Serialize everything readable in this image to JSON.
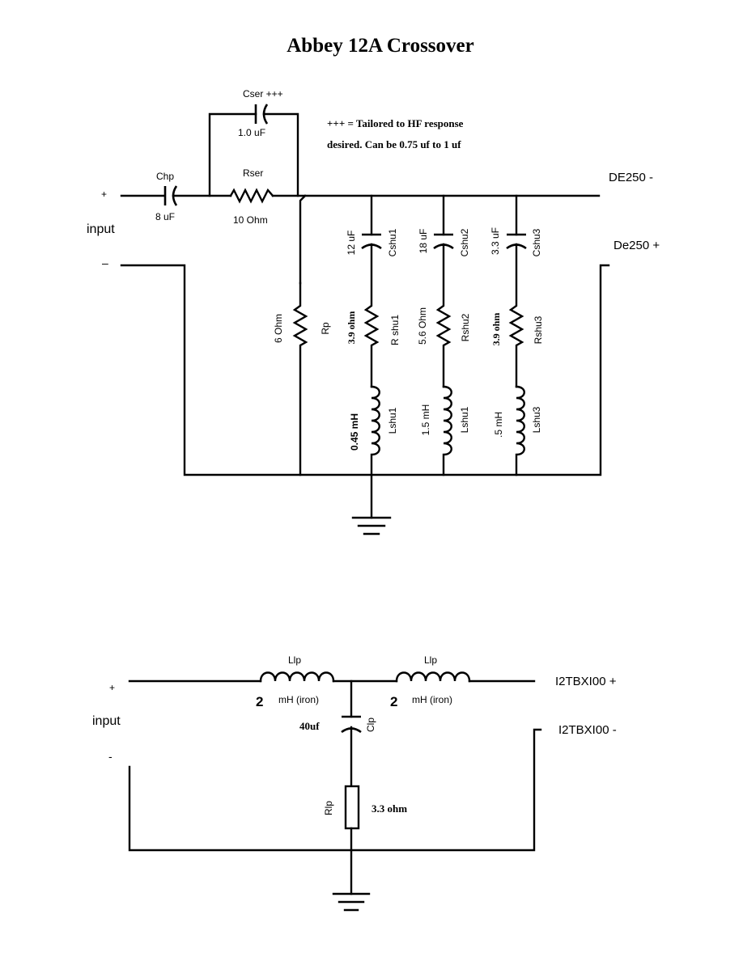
{
  "title": "Abbey 12A Crossover",
  "hf": {
    "note_line1": "+++ = Tailored to HF response",
    "note_line2": "desired. Can be 0.75 uf to 1 uf",
    "input_plus": "+",
    "input_minus": "–",
    "input_label": "input",
    "out_minus": "DE250 -",
    "out_plus": "De250 +",
    "chp": {
      "name": "Chp",
      "value": "8 uF"
    },
    "cser": {
      "name": "Cser +++",
      "value": "1.0 uF"
    },
    "rser": {
      "name": "Rser",
      "value": "10 Ohm"
    },
    "rp": {
      "name": "Rp",
      "value": "6 Ohm"
    },
    "cshu1": {
      "name": "Cshu1",
      "value": "12 uF"
    },
    "cshu2": {
      "name": "Cshu2",
      "value": "18 uF"
    },
    "cshu3": {
      "name": "Cshu3",
      "value": "3.3 uF"
    },
    "rshu1": {
      "name": "R shu1",
      "value": "3.9 ohm"
    },
    "rshu2": {
      "name": "Rshu2",
      "value": "5.6 Ohm"
    },
    "rshu3": {
      "name": "Rshu3",
      "value": "3.9 ohm"
    },
    "lshu1": {
      "name": "Lshu1",
      "value": "0.45 mH"
    },
    "lshu2": {
      "name": "Lshu1",
      "value": "1.5 mH"
    },
    "lshu3": {
      "name": "Lshu3",
      "value": ".5 mH"
    }
  },
  "lf": {
    "input_plus": "+",
    "input_minus": "-",
    "input_label": "input",
    "out_plus": "I2TBXI00 +",
    "out_minus": "I2TBXI00 -",
    "llp1": {
      "name": "Llp",
      "value_num": "2",
      "value_unit": "mH (iron)"
    },
    "llp2": {
      "name": "Llp",
      "value_num": "2",
      "value_unit": "mH (iron)"
    },
    "clp": {
      "name": "Clp",
      "value": "40uf"
    },
    "rlp": {
      "name": "Rlp",
      "value": "3.3 ohm"
    }
  }
}
